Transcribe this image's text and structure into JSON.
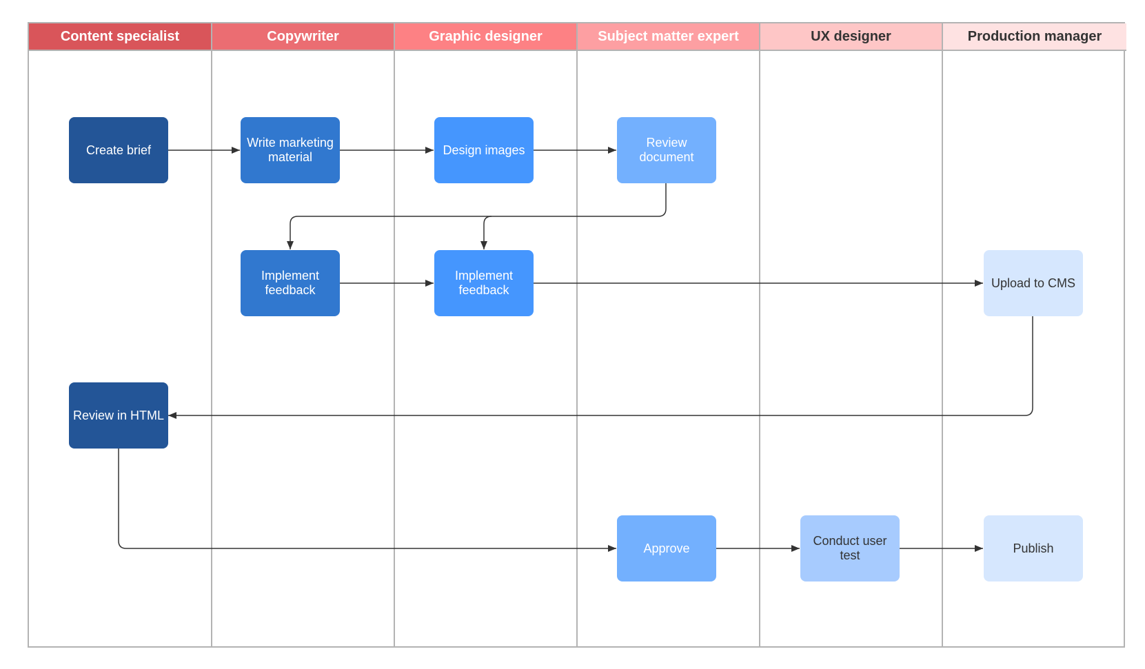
{
  "lanes": [
    {
      "label": "Content specialist",
      "bg": "#d9555a",
      "fg": "#ffffff"
    },
    {
      "label": "Copywriter",
      "bg": "#eb6d72",
      "fg": "#ffffff"
    },
    {
      "label": "Graphic designer",
      "bg": "#fd8184",
      "fg": "#ffffff"
    },
    {
      "label": "Subject matter expert",
      "bg": "#fd9fa2",
      "fg": "#ffffff"
    },
    {
      "label": "UX designer",
      "bg": "#fec6c6",
      "fg": "#333333"
    },
    {
      "label": "Production manager",
      "bg": "#fee2e2",
      "fg": "#333333"
    }
  ],
  "nodes": {
    "create_brief": "Create brief",
    "write_marketing_material": "Write marketing material",
    "design_images": "Design images",
    "review_document": "Review document",
    "implement_feedback_copy": "Implement feedback",
    "implement_feedback_design": "Implement feedback",
    "upload_to_cms": "Upload to CMS",
    "review_in_html": "Review in HTML",
    "approve": "Approve",
    "conduct_user_test": "Conduct user test",
    "publish": "Publish"
  },
  "colors": {
    "dark_blue": "#235597",
    "mid_blue": "#3178cf",
    "bright_blue": "#4596fe",
    "light_blue": "#73b0fe",
    "pale_blue": "#a7cbfe",
    "paler_blue": "#d6e7fe",
    "connector": "#333333"
  }
}
